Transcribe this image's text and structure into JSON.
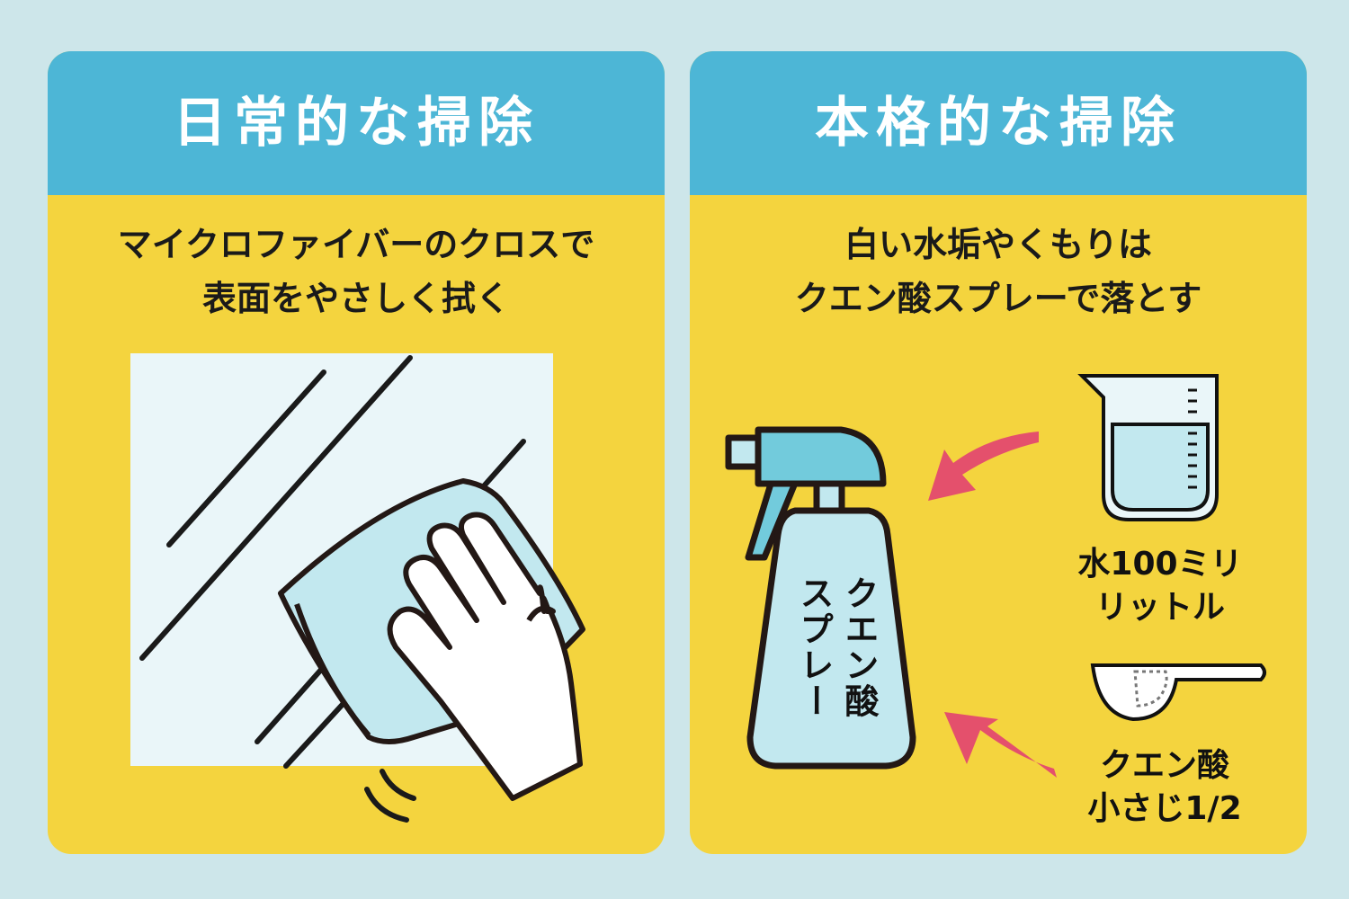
{
  "left_panel": {
    "title": "日常的な掃除",
    "subtitle_lines": [
      "マイクロファイバーのクロスで",
      "表面をやさしく拭く"
    ],
    "illustration": "hand-wiping-glass-with-cloth"
  },
  "right_panel": {
    "title": "本格的な掃除",
    "subtitle_lines": [
      "白い水垢やくもりは",
      "クエン酸スプレーで落とす"
    ],
    "bottle_label_lines": [
      "クエン酸",
      "スプレー"
    ],
    "water_label_lines": [
      "水100ミリ",
      "リットル"
    ],
    "acid_label_lines": [
      "クエン酸",
      "小さじ1/2"
    ],
    "icons": [
      "spray-bottle-icon",
      "measuring-cup-icon",
      "measuring-spoon-icon",
      "arrow-icon"
    ]
  },
  "colors": {
    "background": "#cde6ea",
    "header": "#4db6d6",
    "panel": "#f4d43e",
    "arrow": "#e4506c",
    "liquid": "#c2e8ef",
    "trigger": "#72cbdc"
  }
}
